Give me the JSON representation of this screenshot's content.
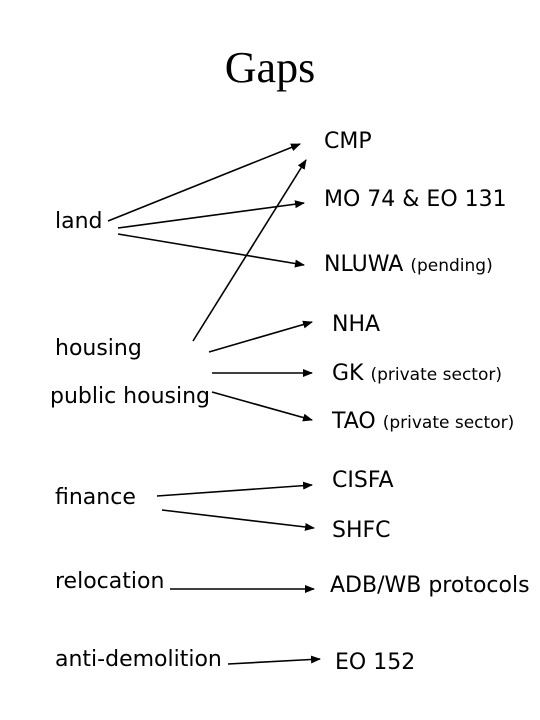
{
  "title": "Gaps",
  "sources": {
    "land": "land",
    "housing": "housing",
    "public_housing": "public housing",
    "finance": "finance",
    "relocation": "relocation",
    "anti_demolition": "anti-demolition"
  },
  "targets": {
    "cmp": "CMP",
    "mo74": "MO 74 & EO 131",
    "nluwa": "NLUWA",
    "nluwa_note": "(pending)",
    "nha": "NHA",
    "gk": "GK",
    "gk_note": "(private sector)",
    "tao": "TAO",
    "tao_note": "(private sector)",
    "cisfa": "CISFA",
    "shfc": "SHFC",
    "adb": "ADB/WB protocols",
    "eo152": "EO 152"
  }
}
